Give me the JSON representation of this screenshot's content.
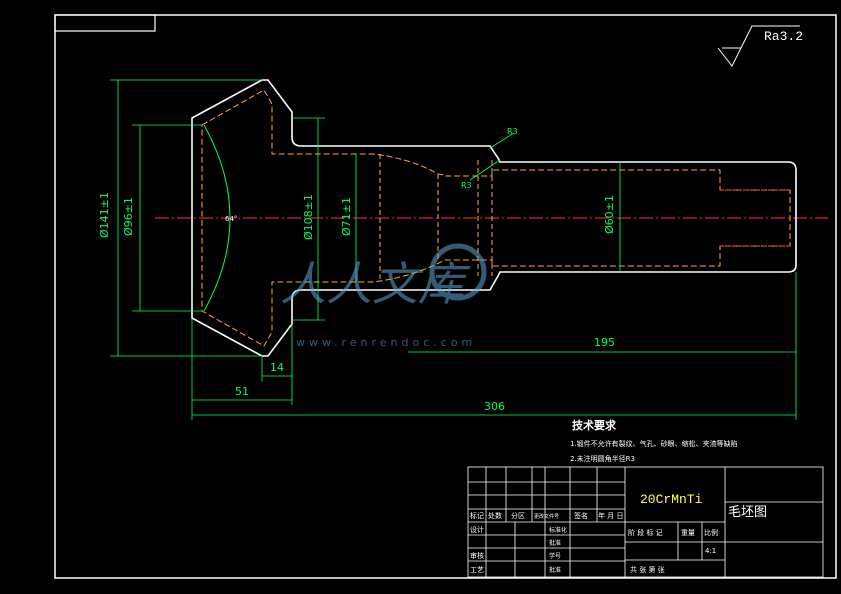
{
  "roughness": {
    "symbol": "Ra3.2"
  },
  "dimensions": {
    "d141": "Ø141±1",
    "d96": "Ø96±1",
    "d108": "Ø108±1",
    "d71": "Ø71±1",
    "d60": "Ø60±1",
    "len_195": "195",
    "len_14": "14",
    "len_51": "51",
    "len_306": "306",
    "r3_top": "R3",
    "r3_bottom": "R3",
    "angle": "64°"
  },
  "tech_requirements": {
    "title": "技术要求",
    "items": [
      "1.锻件不允许有裂纹、气孔、砂眼、缩松、夹渣等缺陷",
      "2.未注明圆角半径R3"
    ]
  },
  "title_block": {
    "material": "20CrMnTi",
    "drawing_name": "毛坯图",
    "headers": [
      "标记",
      "处数",
      "分区",
      "更改文件号",
      "签名",
      "年 月 日"
    ],
    "left_labels": [
      "设计",
      "审核",
      "工艺"
    ],
    "mid_labels": [
      "标准化",
      "批准",
      "学号",
      "批准"
    ],
    "stage_label": "阶 段 标 记",
    "weight_label": "重量",
    "scale_label": "比例",
    "scale_value": "4:1",
    "sheet_label": "共 张 第 张"
  },
  "watermark": {
    "text": "人人文库",
    "url": "www.renrendoc.com"
  }
}
